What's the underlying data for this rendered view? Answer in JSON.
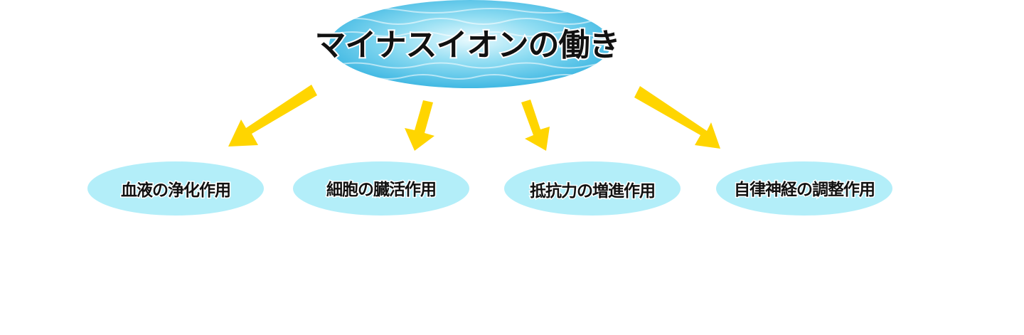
{
  "title": "マイナスイオンの働き",
  "nodes": [
    {
      "label": "血液の浄化作用"
    },
    {
      "label": "細胞の臓活作用"
    },
    {
      "label": "抵抗力の増進作用"
    },
    {
      "label": "自律神経の調整作用"
    }
  ],
  "colors": {
    "arrow": "#FFD500",
    "node_fill": "#B3EEF9",
    "title_water_light": "#DDF6FC",
    "title_water_mid": "#7FD6EF",
    "title_water_dark": "#2EAEDC"
  }
}
